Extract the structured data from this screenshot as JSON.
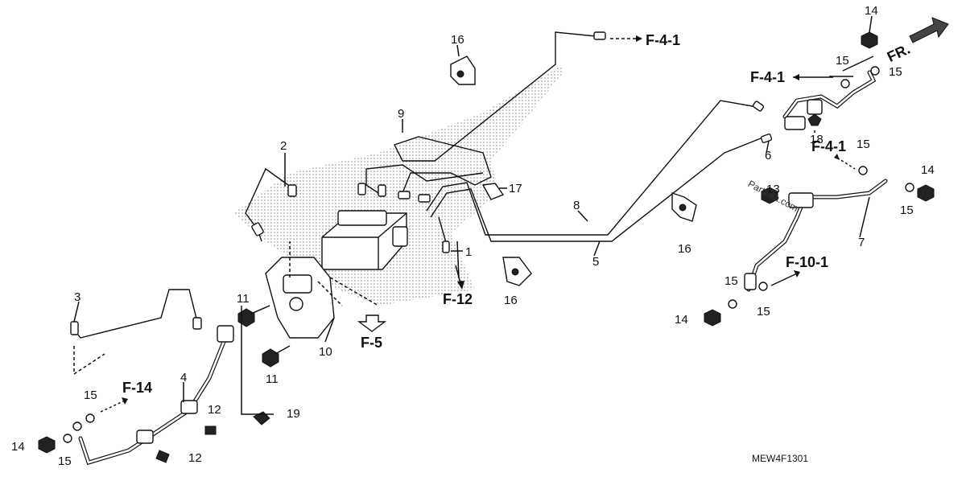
{
  "labels": {
    "n1": "1",
    "n2": "2",
    "n3": "3",
    "n4": "4",
    "n5": "5",
    "n6": "6",
    "n7": "7",
    "n8": "8",
    "n9": "9",
    "n10": "10",
    "n11a": "11",
    "n11b": "11",
    "n12a": "12",
    "n12b": "12",
    "n13": "13",
    "n14a": "14",
    "n14b": "14",
    "n14c": "14",
    "n14d": "14",
    "n15a": "15",
    "n15b": "15",
    "n15c": "15",
    "n15d": "15",
    "n15e": "15",
    "n15f": "15",
    "n15g": "15",
    "n15h": "15",
    "n16a": "16",
    "n16b": "16",
    "n16c": "16",
    "n17": "17",
    "n18": "18",
    "n19": "19"
  },
  "refs": {
    "f41_top": "F-4-1",
    "f41_mid": "F-4-1",
    "f41_right": "F-4-1",
    "f12": "F-12",
    "f5": "F-5",
    "f14": "F-14",
    "f101": "F-10-1",
    "fr": "FR."
  },
  "diagram_code": "MEW4F1301",
  "watermark": "Partzilla.com"
}
